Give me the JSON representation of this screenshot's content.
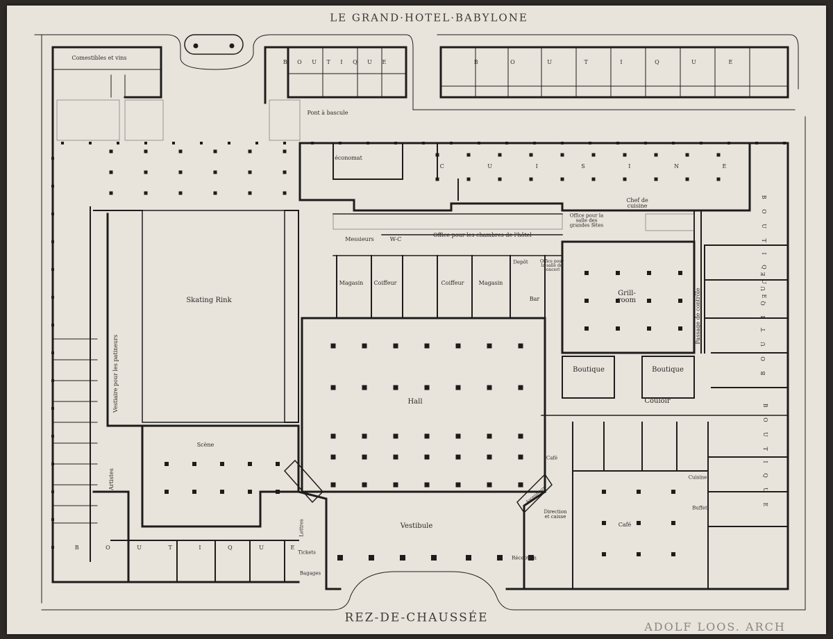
{
  "sheet": {
    "title": "LE GRAND·HOTEL·BABYLONE",
    "floor": "REZ-DE-CHAUSSÉE",
    "signature": "ADOLF LOOS. ARCH"
  },
  "rooms": {
    "comestibles": "Comestibles et vins",
    "boutique_top_left": "B O U T I Q U E",
    "boutique_top_right": "B O U T I Q U E",
    "pont_a_bascule": "Pont à bascule",
    "economat": "économat",
    "cuisine": "C U I S I N E",
    "chef_de_cuisine": "Chef de cuisine",
    "office_salle_fetes": "Office pour la salle des grandes fêtes",
    "messieurs": "Messieurs",
    "wc": "W-C",
    "office_chambres": "Office pour les chambres de l'hôtel",
    "depot": "Depôt",
    "office_salle_concert": "Office pour la salle de concert",
    "magasin_left": "Magasin",
    "coiffeur_left": "Coiffeur",
    "coiffeur_right": "Coiffeur",
    "magasin_right": "Magasin",
    "bar": "Bar",
    "grill_room": "Grill-room",
    "passage_controle": "Passage de contrôle",
    "boutique_right_1": "B O U T I Q U E",
    "boutique_right_2": "B O U T I Q U E",
    "boutique_right_3": "B O U T I Q U E",
    "skating_rink": "Skating Rink",
    "vestiaire_patineurs": "Vestiaire pour les patineurs",
    "hall": "Hall",
    "boutique_small_left": "Boutique",
    "boutique_small_right": "Boutique",
    "couloir": "Couloir",
    "scene": "Scène",
    "artistes": "Artistes",
    "cafe_small": "Café",
    "cuisine_small": "Cuisine",
    "vestibule": "Vestibule",
    "direction": "Direction et caisse",
    "cafe": "Café",
    "buffet": "Buffet",
    "boutique_bottom": "B O U T I Q U E",
    "lettres": "Lettres",
    "tickets": "Tickets",
    "bagages": "Bagages",
    "reception": "Réception",
    "ascenseur": "Ascenseurs"
  }
}
